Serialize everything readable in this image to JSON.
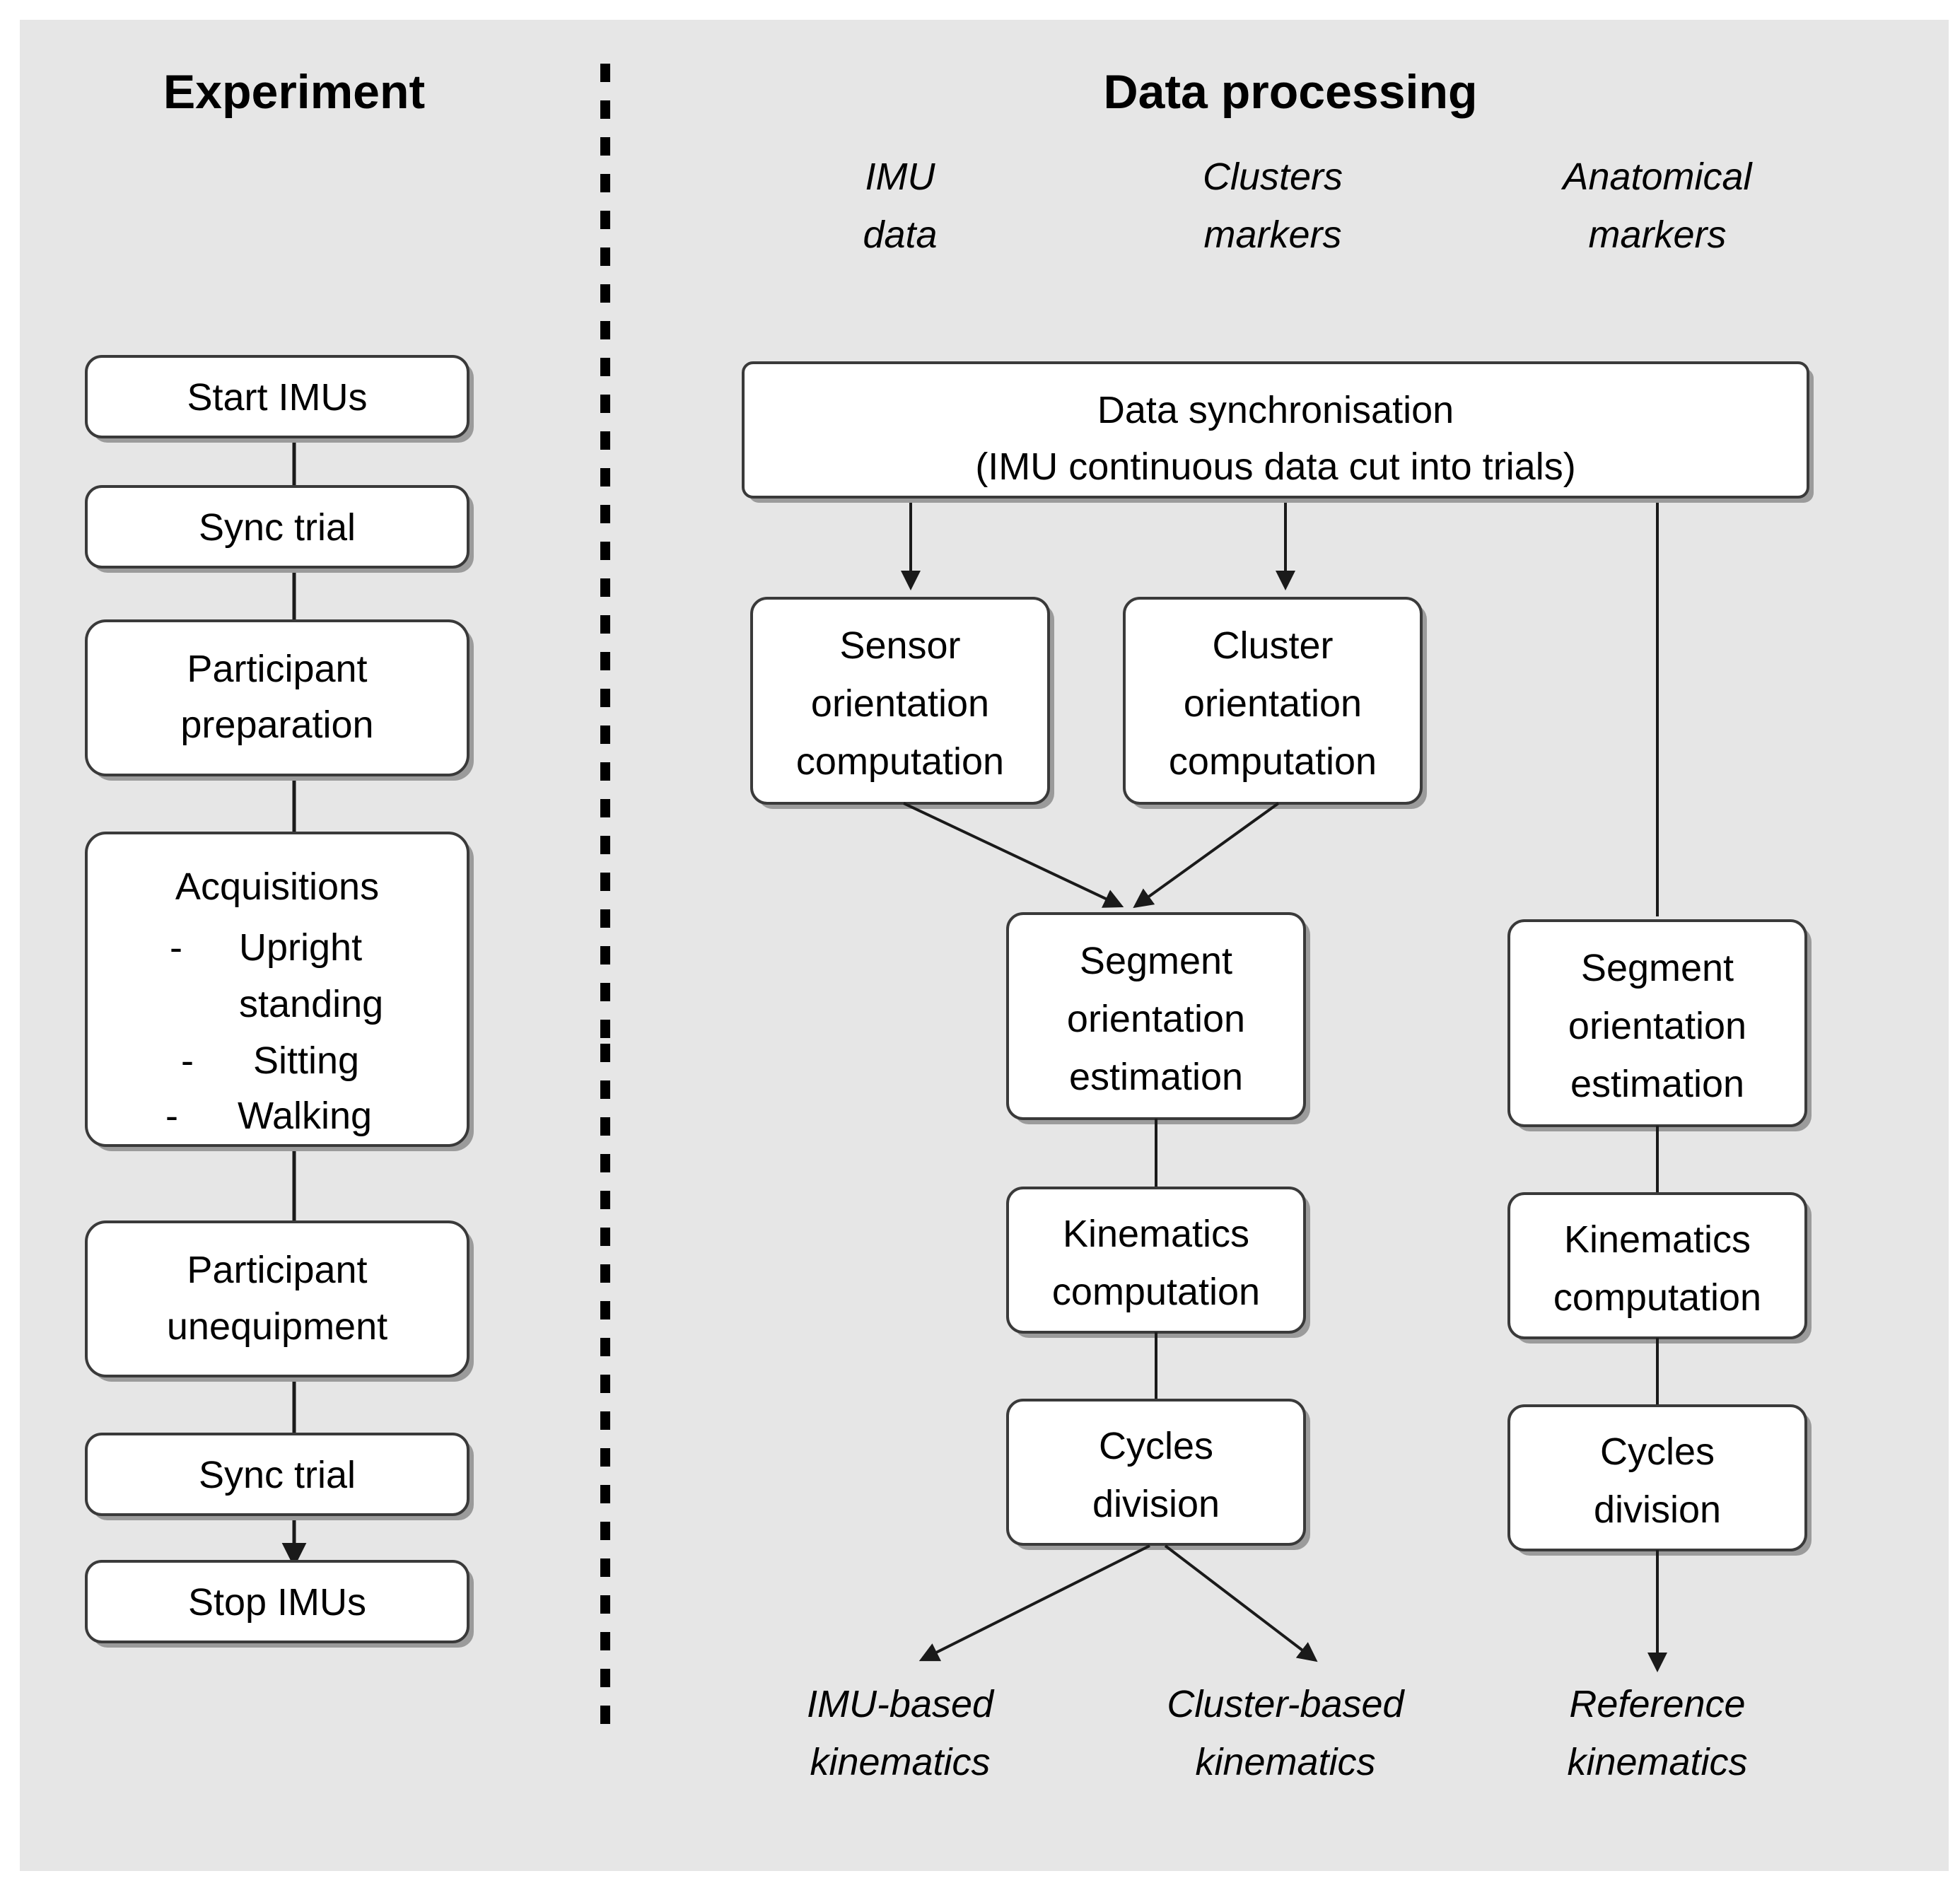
{
  "figure": {
    "background_color": "#e6e6e6",
    "box_fill": "#ffffff",
    "box_stroke": "#3a3a3a",
    "line_color": "#1a1a1a"
  },
  "columns": {
    "experiment": {
      "title": "Experiment",
      "nodes": [
        {
          "id": "start-imus",
          "lines": [
            "Start IMUs"
          ]
        },
        {
          "id": "sync-trial-1",
          "lines": [
            "Sync trial"
          ]
        },
        {
          "id": "participant-preparation",
          "lines": [
            "Participant",
            "preparation"
          ]
        },
        {
          "id": "acquisitions",
          "heading": "Acquisitions",
          "bullets": [
            [
              "Upright",
              "standing"
            ],
            [
              "Sitting"
            ],
            [
              "Walking"
            ]
          ],
          "bullet_marker": "-"
        },
        {
          "id": "participant-unequipment",
          "lines": [
            "Participant",
            "unequipment"
          ]
        },
        {
          "id": "sync-trial-2",
          "lines": [
            "Sync trial"
          ]
        },
        {
          "id": "stop-imus",
          "lines": [
            "Stop IMUs"
          ]
        }
      ]
    },
    "data_processing": {
      "title": "Data processing",
      "inputs": [
        {
          "id": "imu-data",
          "lines": [
            "IMU",
            "data"
          ]
        },
        {
          "id": "clusters-markers",
          "lines": [
            "Clusters",
            "markers"
          ]
        },
        {
          "id": "anatomical-markers",
          "lines": [
            "Anatomical",
            "markers"
          ]
        }
      ],
      "nodes": [
        {
          "id": "data-synchronisation",
          "lines": [
            "Data synchronisation",
            "(IMU continuous data cut into trials)"
          ]
        },
        {
          "id": "sensor-orientation-computation",
          "lines": [
            "Sensor",
            "orientation",
            "computation"
          ]
        },
        {
          "id": "cluster-orientation-computation",
          "lines": [
            "Cluster",
            "orientation",
            "computation"
          ]
        },
        {
          "id": "segment-orientation-estimation-imu",
          "lines": [
            "Segment",
            "orientation",
            "estimation"
          ]
        },
        {
          "id": "kinematics-computation-imu",
          "lines": [
            "Kinematics",
            "computation"
          ]
        },
        {
          "id": "cycles-division-imu",
          "lines": [
            "Cycles",
            "division"
          ]
        },
        {
          "id": "segment-orientation-estimation-ref",
          "lines": [
            "Segment",
            "orientation",
            "estimation"
          ]
        },
        {
          "id": "kinematics-computation-ref",
          "lines": [
            "Kinematics",
            "computation"
          ]
        },
        {
          "id": "cycles-division-ref",
          "lines": [
            "Cycles",
            "division"
          ]
        }
      ],
      "outputs": [
        {
          "id": "imu-based-kinematics",
          "lines": [
            "IMU-based",
            "kinematics"
          ]
        },
        {
          "id": "cluster-based-kinematics",
          "lines": [
            "Cluster-based",
            "kinematics"
          ]
        },
        {
          "id": "reference-kinematics",
          "lines": [
            "Reference",
            "kinematics"
          ]
        }
      ]
    }
  }
}
